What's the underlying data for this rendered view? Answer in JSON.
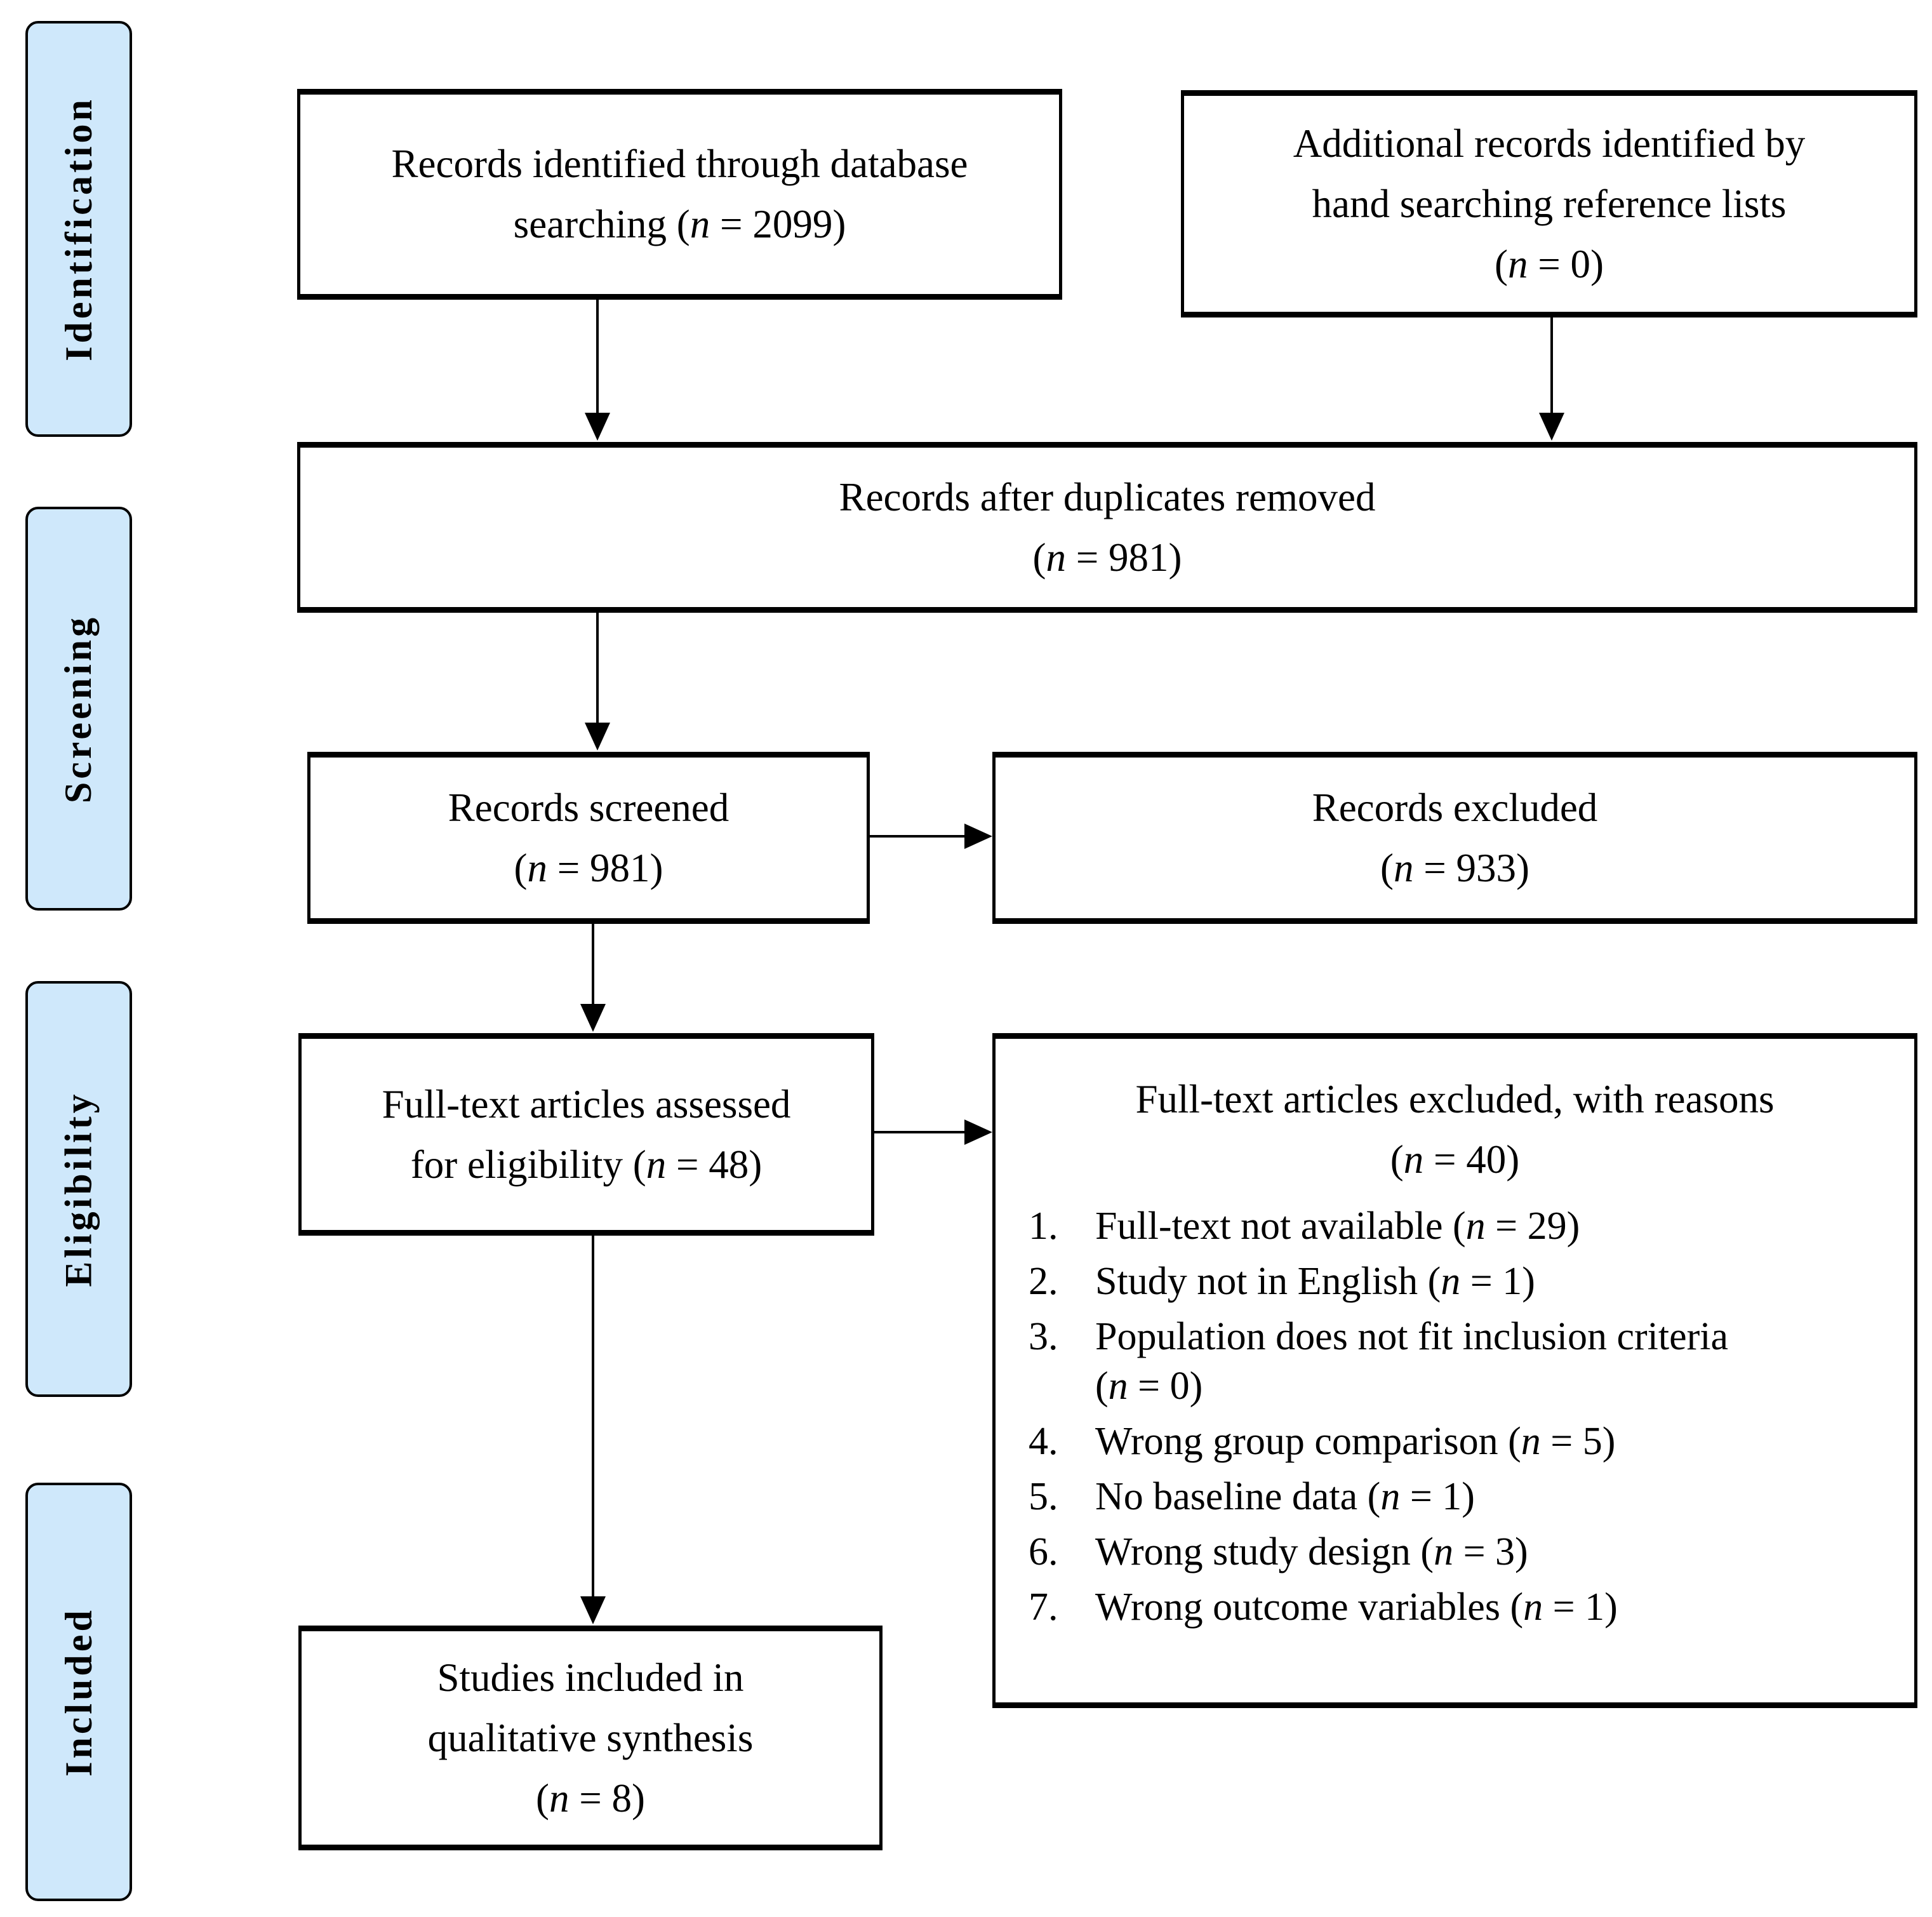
{
  "diagram": {
    "title": "PRISMA flow diagram",
    "sidebar_fill": "#cfe8fb",
    "line_color": "#000000"
  },
  "stages": [
    {
      "label": "Identification"
    },
    {
      "label": "Screening"
    },
    {
      "label": "Eligibility"
    },
    {
      "label": "Included"
    }
  ],
  "boxes": {
    "db_search": {
      "lines": [
        "Records identified through database",
        "searching (n = 2099)"
      ]
    },
    "hand_search": {
      "lines": [
        "Additional records identified by",
        "hand searching reference lists",
        "(n = 0)"
      ]
    },
    "after_duplicates": {
      "lines": [
        "Records after duplicates removed",
        "(n = 981)"
      ]
    },
    "screened": {
      "lines": [
        "Records screened",
        "(n = 981)"
      ]
    },
    "excluded": {
      "lines": [
        "Records excluded",
        "(n = 933)"
      ]
    },
    "fulltext_assessed": {
      "lines": [
        "Full-text articles assessed",
        "for eligibility (n = 48)"
      ]
    },
    "fulltext_excluded": {
      "title_lines": [
        "Full-text articles excluded, with reasons",
        "(n = 40)"
      ],
      "reasons": [
        {
          "num": "1.",
          "lines": [
            "Full-text not available (n = 29)"
          ]
        },
        {
          "num": "2.",
          "lines": [
            "Study not in English (n = 1)"
          ]
        },
        {
          "num": "3.",
          "lines": [
            "Population does not fit inclusion criteria",
            "(n = 0)"
          ]
        },
        {
          "num": "4.",
          "lines": [
            "Wrong group comparison (n = 5)"
          ]
        },
        {
          "num": "5.",
          "lines": [
            "No baseline data (n = 1)"
          ]
        },
        {
          "num": "6.",
          "lines": [
            "Wrong study design (n = 3)"
          ]
        },
        {
          "num": "7.",
          "lines": [
            "Wrong outcome variables (n = 1)"
          ]
        }
      ]
    },
    "included_studies": {
      "lines": [
        "Studies included in",
        "qualitative synthesis",
        "(n = 8)"
      ]
    }
  }
}
